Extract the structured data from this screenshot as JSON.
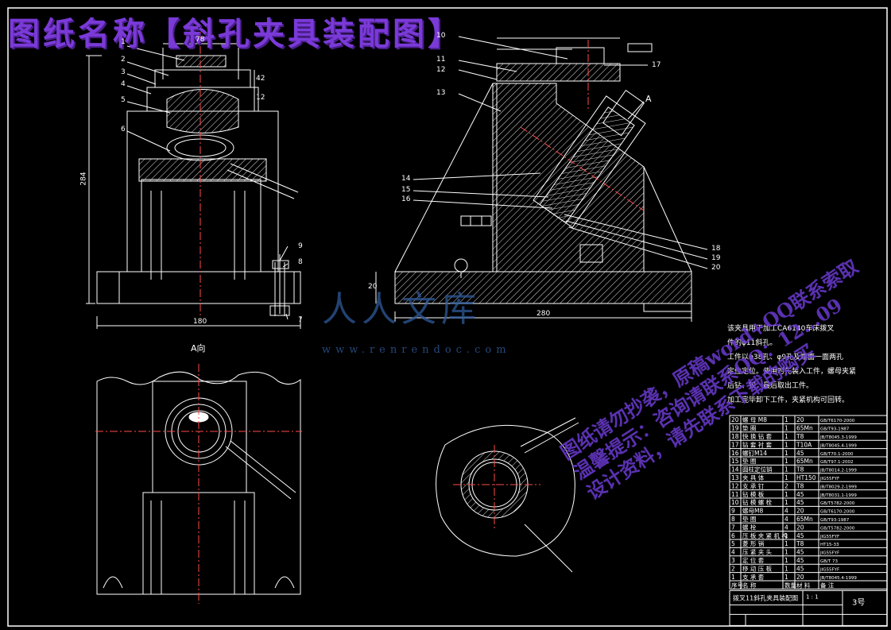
{
  "title_banner": "图纸名称【斜孔夹具装配图】",
  "watermark": {
    "logo_text": "人人文库",
    "url": "www.renrendoc.com",
    "lines": [
      "图纸请勿抄袭，原稿word+QQ联系索取",
      "温馨提示：咨询请联系QQ：12…09",
      "设计资料，请先联系下载的购买"
    ]
  },
  "view_label_A": "A向",
  "section_marker": "A",
  "part_numbers_front": [
    "1",
    "2",
    "3",
    "4",
    "5",
    "6",
    "9",
    "8",
    "7"
  ],
  "part_numbers_side": [
    "10",
    "11",
    "12",
    "13",
    "14",
    "15",
    "16",
    "17",
    "18",
    "19",
    "20"
  ],
  "dims_front": {
    "height": "284",
    "width": "180",
    "top": "78",
    "right1": "42",
    "right2": "12"
  },
  "dims_side": {
    "width": "280",
    "base": "20"
  },
  "tech_notes": [
    "该夹具用于加工CA6140车床拨叉",
    "件的φ11斜孔。",
    "工件以φ38孔、φ9孔及端面一面两孔",
    "定位定位。使用时先装入工件，螺母夹紧",
    "后钻、铰，最后取出工件。",
    "加工完毕卸下工件，夹紧机构可回转。"
  ],
  "bom": [
    [
      "20",
      "螺 母 M8",
      "1",
      "20",
      "GB/T6170-2000"
    ],
    [
      "19",
      "垫 圈",
      "1",
      "65Mn",
      "GB/T93-1987"
    ],
    [
      "18",
      "快 换 钻 套",
      "1",
      "T8",
      "JB/T8045.3-1999"
    ],
    [
      "17",
      "钻 套 衬 套",
      "1",
      "T10A",
      "JB/T8045.4-1999"
    ],
    [
      "16",
      "螺钉M14",
      "1",
      "45",
      "GB/T70.1-2000"
    ],
    [
      "15",
      "垫 圈",
      "1",
      "65Mn",
      "GB/T97.1-2002"
    ],
    [
      "14",
      "圆柱定位销",
      "1",
      "T8",
      "JB/T8014.2-1999"
    ],
    [
      "13",
      "夹 具 体",
      "1",
      "HT150",
      "JIG55FYF"
    ],
    [
      "12",
      "支 承 钉",
      "2",
      "T8",
      "JB/T8029.2-1999"
    ],
    [
      "11",
      "钻 模 板",
      "1",
      "45",
      "JB/T8031.1-1999"
    ],
    [
      "10",
      "钻 模 螺 栓",
      "1",
      "45",
      "GB/T5782-2000"
    ],
    [
      "9",
      "螺母M8",
      "4",
      "20",
      "GB/T6170-2000"
    ],
    [
      "8",
      "垫 圈",
      "4",
      "65Mn",
      "GB/T93-1987"
    ],
    [
      "7",
      "螺 栓",
      "4",
      "20",
      "GB/T5782-2000"
    ],
    [
      "6",
      "压 板 夹 紧 机 构",
      "1",
      "45",
      "JIG55FYF"
    ],
    [
      "5",
      "菱 形 销",
      "1",
      "T8",
      "HT15-33"
    ],
    [
      "4",
      "压 紧 夹 头",
      "1",
      "45",
      "JIG55FYF"
    ],
    [
      "3",
      "定 位 套",
      "1",
      "45",
      "GB/T 73"
    ],
    [
      "2",
      "移 动 压 板",
      "1",
      "45",
      "JIG55FYF"
    ],
    [
      "1",
      "支 承 套",
      "1",
      "20",
      "JB/T8045.4-1999"
    ]
  ],
  "bom_header": [
    "序号",
    "名 称",
    "数量",
    "材 料",
    "备 注"
  ],
  "title_block": {
    "name": "拨叉11斜孔夹具装配图",
    "scale": "1 : 1",
    "sheet": "3号"
  },
  "colors": {
    "line": "#ffffff",
    "hatch": "#e8e8e8",
    "center": "#ff4a4a",
    "banner": "#7a3ad8",
    "watermark_blue": "#2e5a9a"
  }
}
